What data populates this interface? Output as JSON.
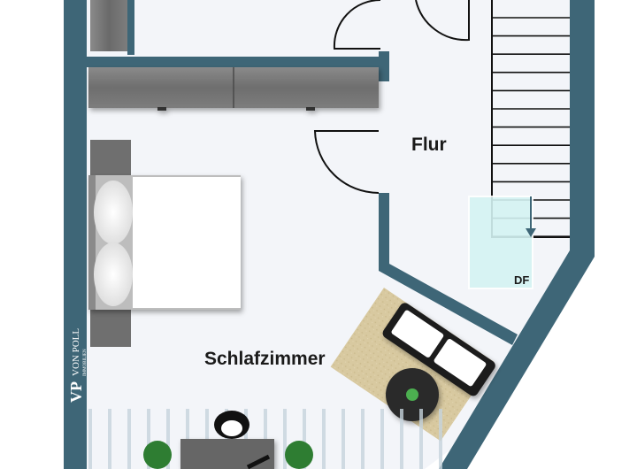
{
  "rooms": {
    "flur": "Flur",
    "schlafzimmer": "Schlafzimmer"
  },
  "skylight_label": "DF",
  "brand": {
    "initials": "VP",
    "name": "VON POLL",
    "tagline": "IMMOBILIEN"
  },
  "colors": {
    "wall": "#3e6677",
    "floor": "#f3f5f9",
    "skylight": "#d4f3f3",
    "rug": "#d8c9a0",
    "furniture_dark": "#666666"
  }
}
